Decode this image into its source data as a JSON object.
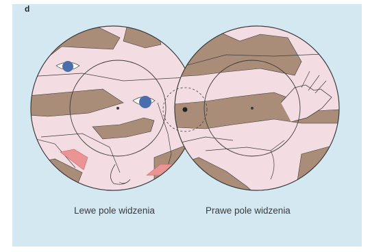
{
  "figure": {
    "panel_letter": "d",
    "left_caption": "Lewe pole widzenia",
    "right_caption": "Prawe pole widzenia"
  },
  "colors": {
    "background": "#d4e8f2",
    "field": "#f3dde2",
    "stripe": "#a98d78",
    "lips": "#eb9494",
    "eye": "#4a6dab",
    "line": "#3a3a3a"
  }
}
